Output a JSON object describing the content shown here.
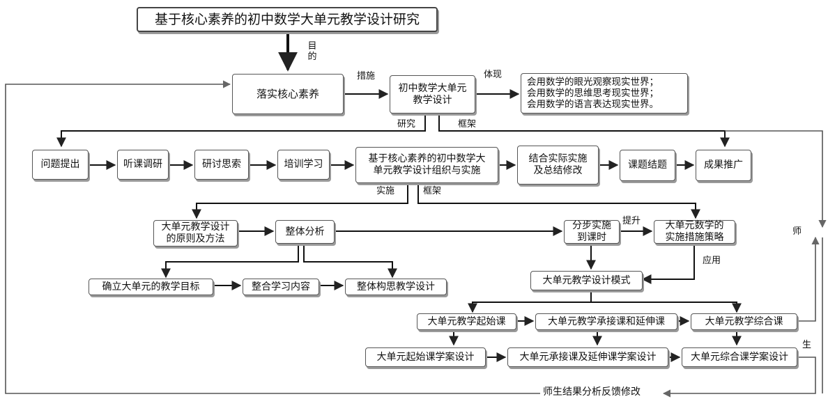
{
  "nodes": {
    "title": "基于核心素养的初中数学大单元教学设计研究",
    "core": "落实核心素养",
    "design": "初中数学大单元\n教学设计",
    "embody": "会用数学的眼光观察现实世界；\n会用数学的思维思考现实世界；\n会用数学的语言表达现实世界。",
    "s1": "问题提出",
    "s2": "听课调研",
    "s3": "研讨思索",
    "s4": "培训学习",
    "s5": "基于核心素养的初中数学大\n单元教学设计组织与实施",
    "s6": "结合实际实施\n及总结修改",
    "s7": "课题结题",
    "s8": "成果推广",
    "principle": "大单元教学设计\n的原则及方法",
    "overall": "整体分析",
    "stepwise": "分步实施\n到课时",
    "strategy": "大单元数学的\n实施措施策略",
    "goal": "确立大单元的教学目标",
    "integrate": "整合学习内容",
    "conceive": "整体构思教学设计",
    "mode": "大单元教学设计模式",
    "c_start": "大单元教学起始课",
    "c_cont": "大单元教学承接课和延伸课",
    "c_comp": "大单元教学综合课",
    "p_start": "大单元起始课学案设计",
    "p_cont": "大单元承接课及延伸课学案设计",
    "p_comp": "大单元综合课学案设计",
    "feedback": "师生结果分析反馈修改"
  },
  "labels": {
    "purpose": "目\n的",
    "measure": "措施",
    "embody": "体现",
    "research": "研究",
    "framework1": "框架",
    "implement": "实施",
    "framework2": "框架",
    "promote": "提升",
    "apply": "应用",
    "teacher": "师",
    "student": "生"
  }
}
